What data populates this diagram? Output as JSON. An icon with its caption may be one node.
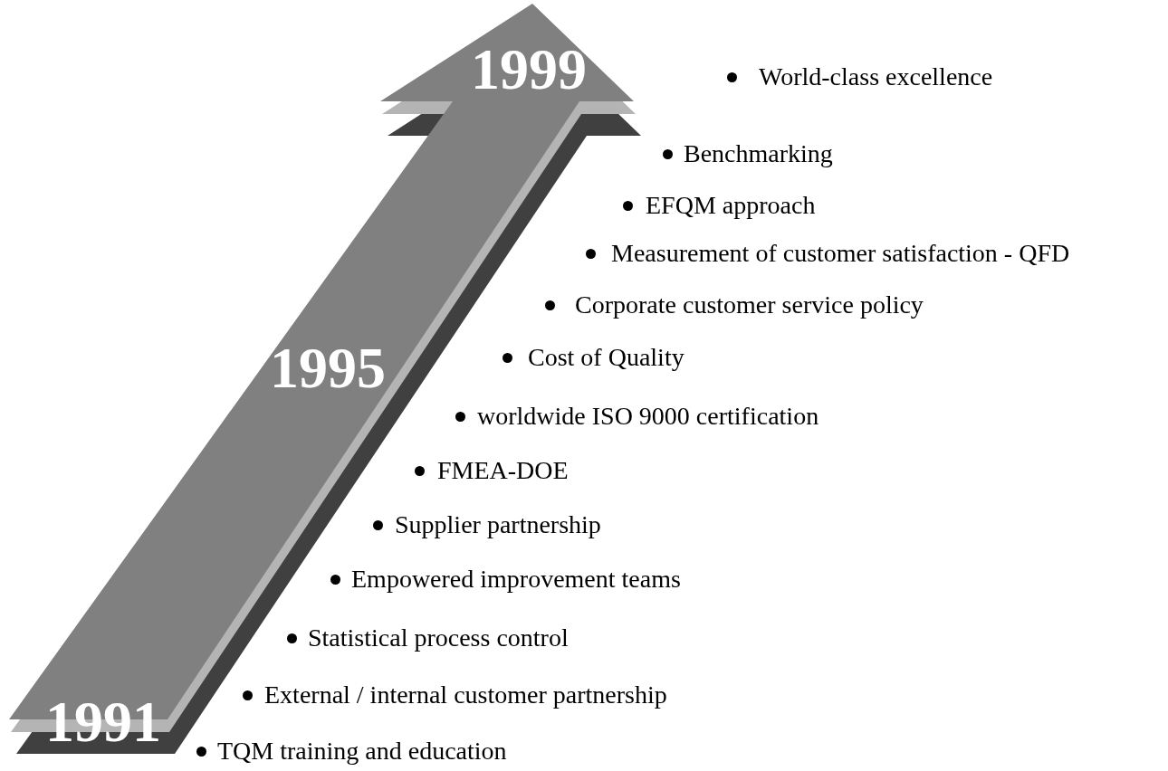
{
  "diagram": {
    "nodes": [
      {
        "text": [
          "1999",
          "1995",
          "1991"
        ]
      }
    ],
    "edges": [],
    "labels": [
      "World-class excellence",
      "Benchmarking",
      "EFQM approach",
      "Measurement of customer satisfaction - QFD",
      "Corporate customer service policy",
      "Cost of Quality",
      "worldwide ISO 9000 certification",
      "FMEA-DOE",
      "Supplier partnership",
      "Empowered improvement teams",
      "Statistical process control",
      "External / internal customer partnership",
      "TQM training and education"
    ]
  }
}
